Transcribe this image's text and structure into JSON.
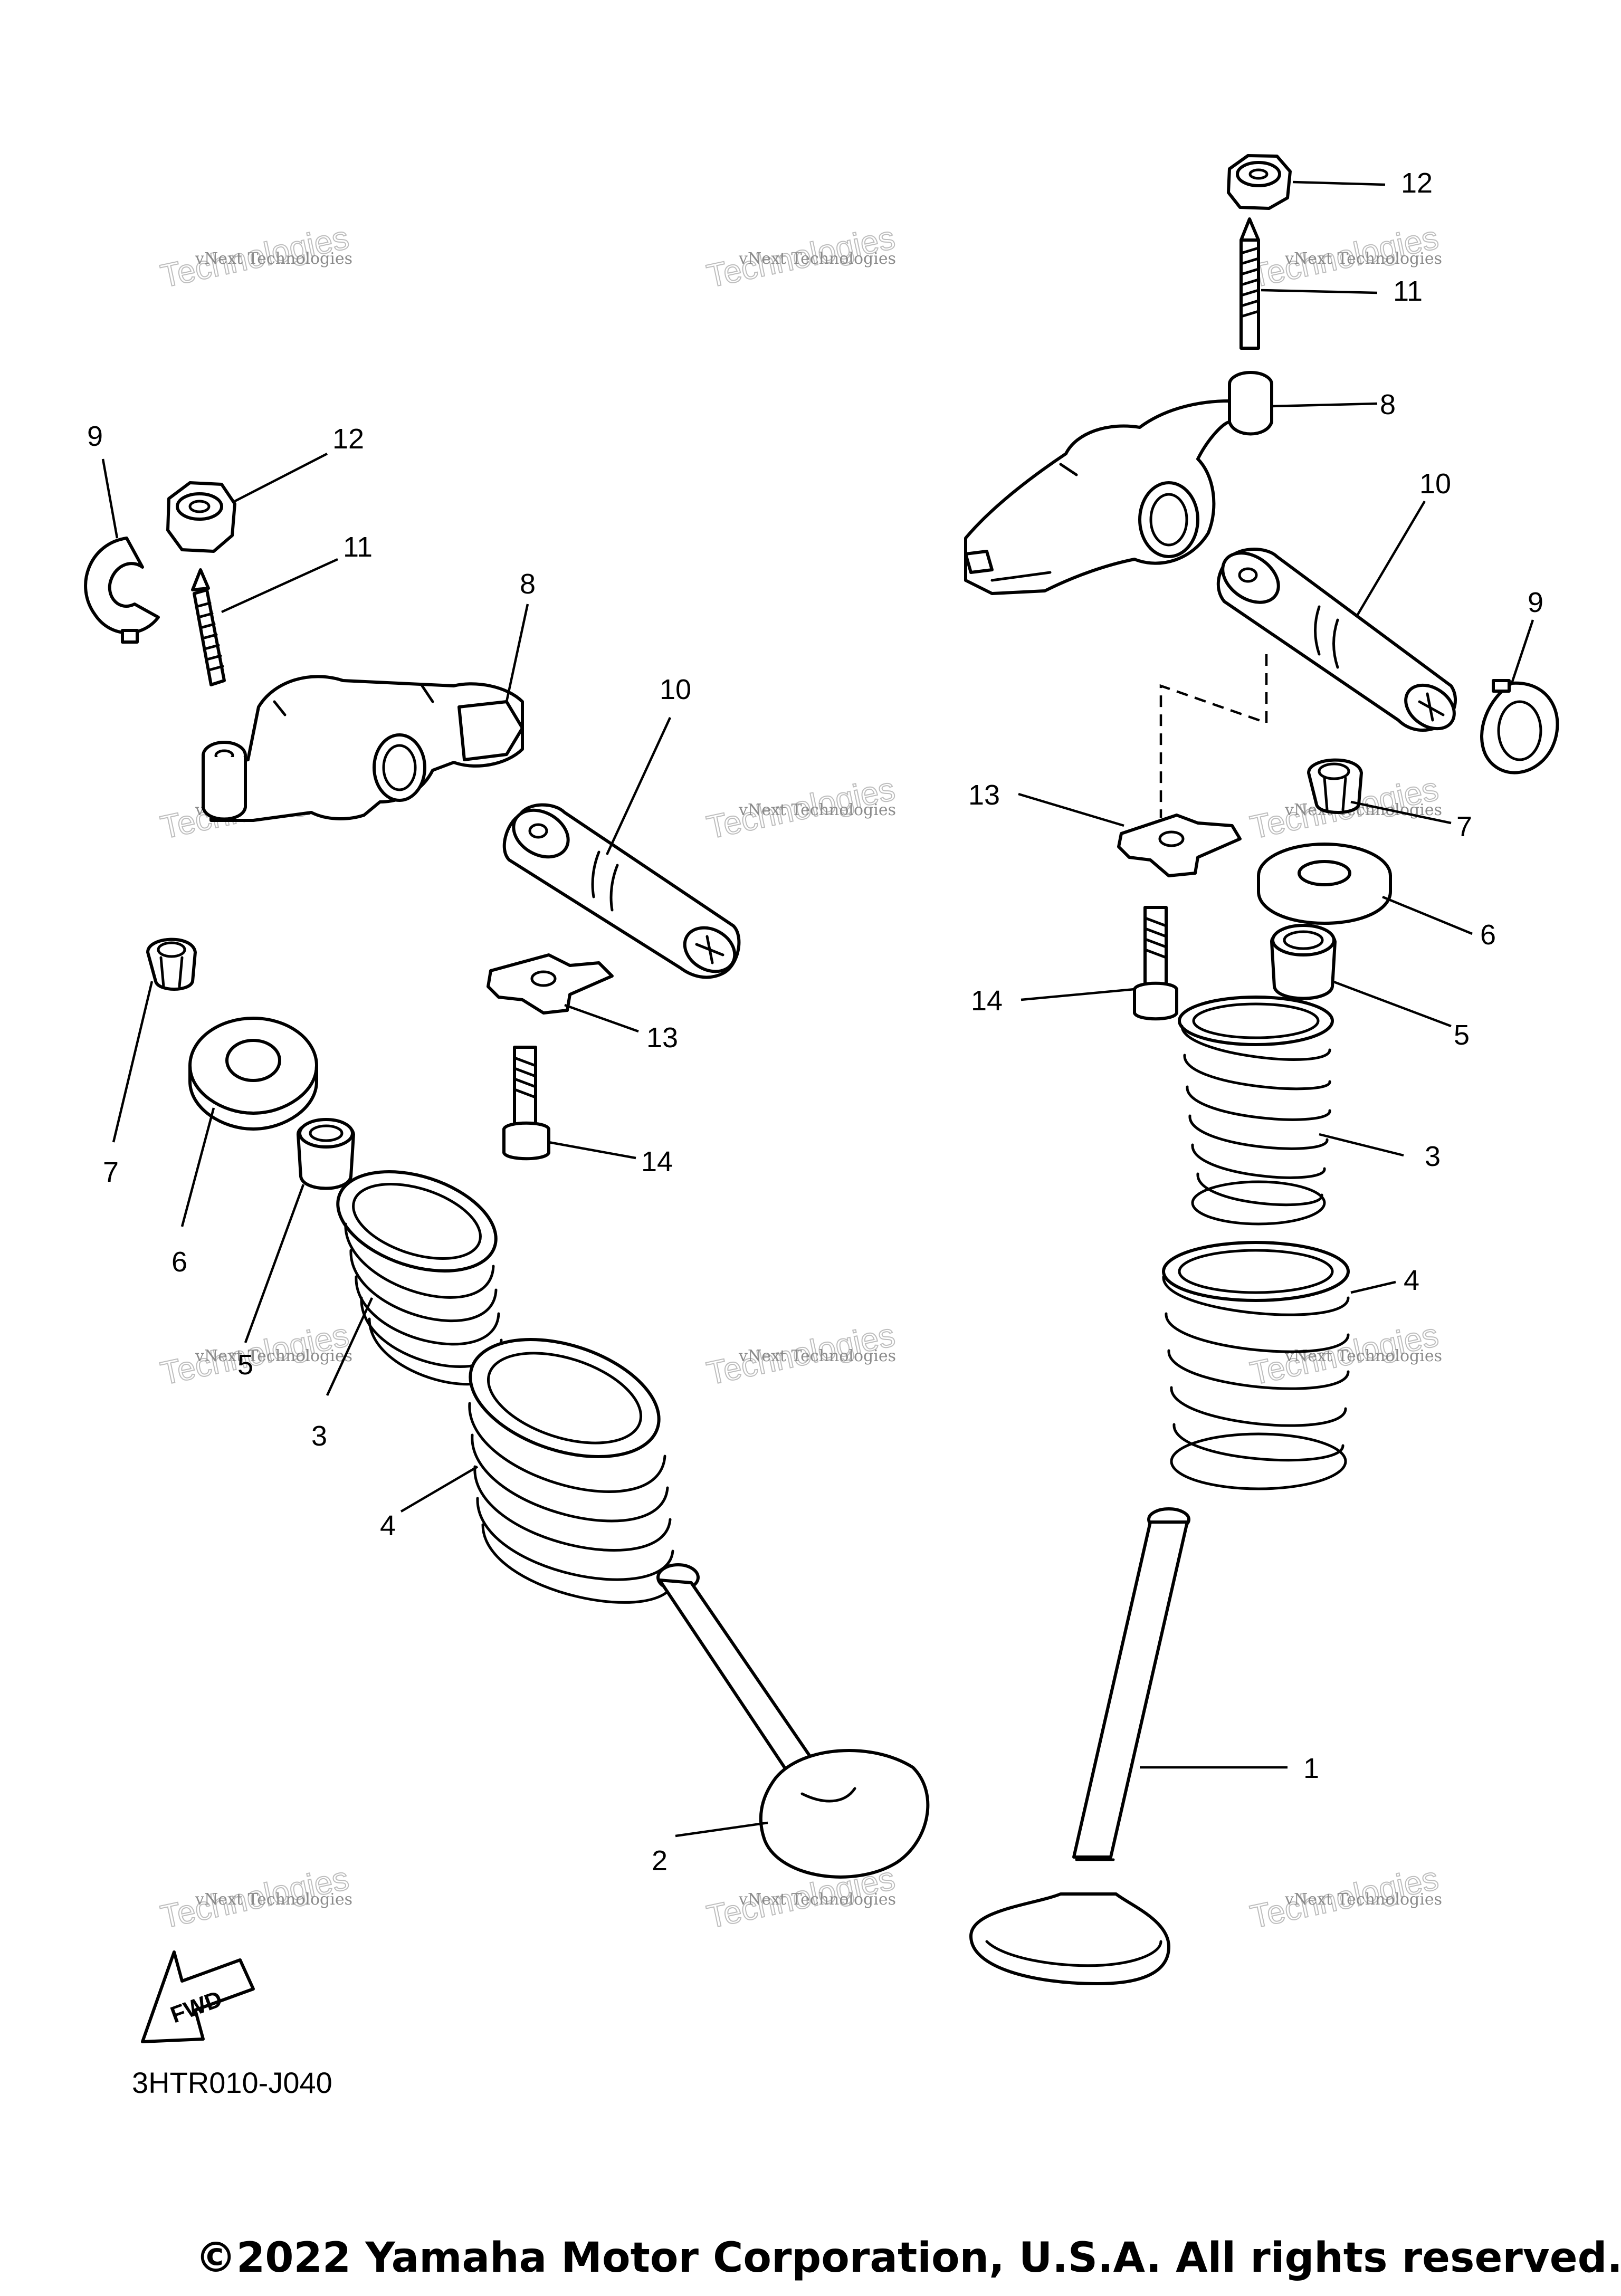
{
  "diagram": {
    "code": "3HTR010-J040",
    "copyright": "©2022 Yamaha Motor Corporation, U.S.A. All rights reserved.",
    "fwd_label": "FWD",
    "watermark": {
      "line1": "vNext Technologies",
      "line2": "Technologies"
    },
    "callouts": {
      "c1": "1",
      "c2": "2",
      "c3": "3",
      "c4": "4",
      "c5": "5",
      "c6": "6",
      "c7": "7",
      "c8": "8",
      "c9": "9",
      "c10": "10",
      "c11": "11",
      "c12": "12",
      "c13": "13",
      "c14": "14"
    }
  }
}
